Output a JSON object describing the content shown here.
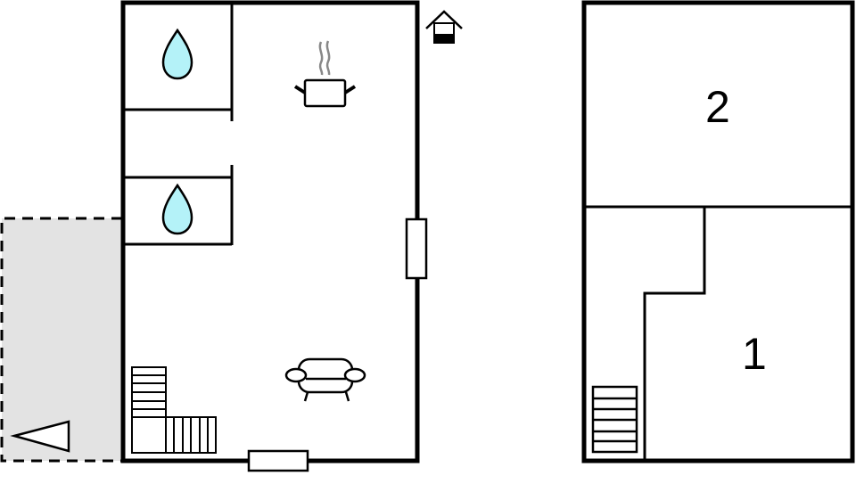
{
  "floorplan": {
    "ground_floor": {
      "rooms": [
        {
          "type": "bathroom",
          "icon": "water-drop-icon"
        },
        {
          "type": "bathroom",
          "icon": "water-drop-icon"
        },
        {
          "type": "kitchen",
          "icon": "cooking-pot-icon"
        },
        {
          "type": "living-room",
          "icon": "sofa-icon"
        },
        {
          "type": "staircase",
          "icon": "stairs-icon"
        }
      ],
      "terrace": {
        "icon": "entrance-arrow-icon"
      },
      "exterior_icon": "house-icon"
    },
    "upper_floor": {
      "rooms": [
        {
          "number": "2"
        },
        {
          "number": "1"
        }
      ],
      "staircase": {
        "icon": "stairs-icon"
      }
    },
    "colors": {
      "wall": "#000000",
      "terrace_fill": "#e3e3e3",
      "water_drop": "#b4f2f8",
      "steam": "#888888"
    }
  }
}
